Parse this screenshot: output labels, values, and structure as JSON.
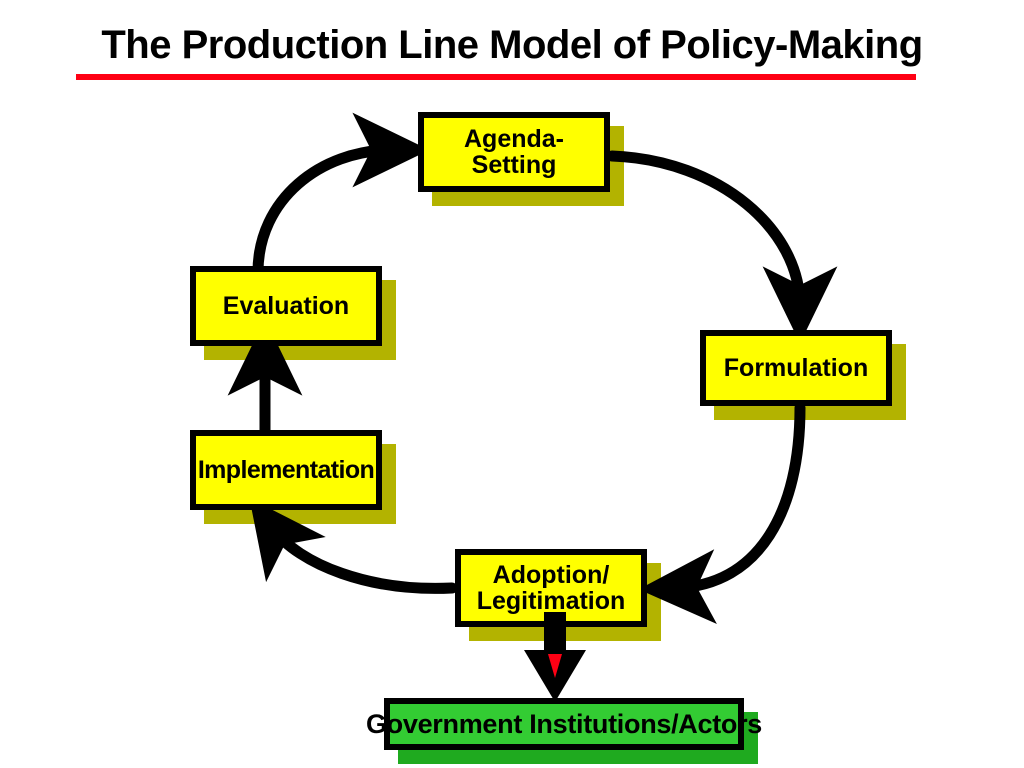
{
  "slide": {
    "title": "The Production Line Model of Policy-Making",
    "underline_color": "#ff0014",
    "background_color": "#ffffff",
    "title_color": "#000000"
  },
  "palette": {
    "stage_fill": "#ffff00",
    "stage_shadow": "#b3b300",
    "actor_fill": "#33cc33",
    "actor_shadow": "#1faa1f",
    "outline": "#000000",
    "arrow": "#000000",
    "accent_red": "#ff0014"
  },
  "diagram": {
    "type": "cycle-flow",
    "nodes": [
      {
        "id": "agenda",
        "label": "Agenda-Setting",
        "kind": "stage"
      },
      {
        "id": "formulation",
        "label": "Formulation",
        "kind": "stage"
      },
      {
        "id": "adoption",
        "label": "Adoption/\nLegitimation",
        "kind": "stage"
      },
      {
        "id": "implementation",
        "label": "Implementation",
        "kind": "stage"
      },
      {
        "id": "evaluation",
        "label": "Evaluation",
        "kind": "stage"
      },
      {
        "id": "government",
        "label": "Government Institutions/Actors",
        "kind": "actor"
      }
    ],
    "edges": [
      {
        "from": "evaluation",
        "to": "agenda",
        "style": "curved"
      },
      {
        "from": "agenda",
        "to": "formulation",
        "style": "curved"
      },
      {
        "from": "formulation",
        "to": "adoption",
        "style": "curved"
      },
      {
        "from": "adoption",
        "to": "implementation",
        "style": "curved"
      },
      {
        "from": "implementation",
        "to": "evaluation",
        "style": "straight"
      },
      {
        "from": "adoption",
        "to": "government",
        "style": "thick-straight"
      }
    ]
  }
}
